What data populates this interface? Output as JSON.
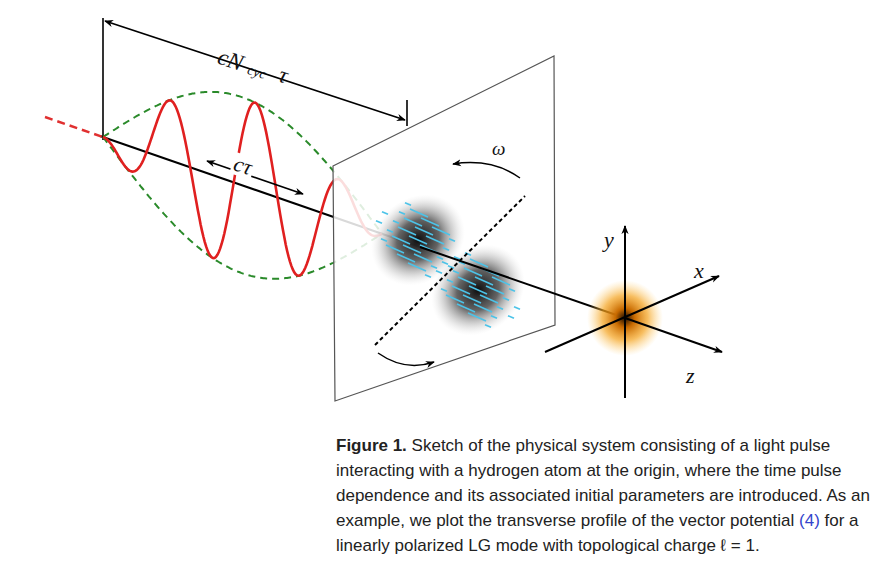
{
  "diagram": {
    "caption": "Figure 1. Sketch of the physical system consisting of a light pulse interacting with a hydrogen atom at the origin, where the time pulse dependence and its associated initial parameters are introduced. As an example, we plot the transverse profile of the vector potential (4) for a linearly polarized LG mode with topological charge ℓ = 1.",
    "labels": [
      "cN",
      "cyc",
      "τ",
      "cτ",
      "ω",
      "y",
      "x",
      "z"
    ]
  }
}
